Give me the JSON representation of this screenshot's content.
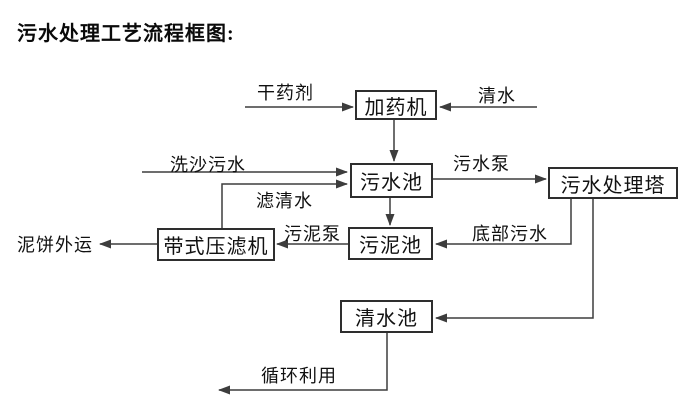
{
  "title": "污水处理工艺流程框图:",
  "diagram": {
    "line_color": "#3d3d3d",
    "nodes": [
      {
        "id": "dosing-machine",
        "label": "加药机"
      },
      {
        "id": "sewage-pool",
        "label": "污水池"
      },
      {
        "id": "treatment-tower",
        "label": "污水处理塔"
      },
      {
        "id": "belt-filter-press",
        "label": "带式压滤机"
      },
      {
        "id": "sludge-pool",
        "label": "污泥池"
      },
      {
        "id": "clean-water-pool",
        "label": "清水池"
      }
    ],
    "flow_labels": [
      {
        "id": "dry-chemical",
        "label": "干药剂"
      },
      {
        "id": "clean-water",
        "label": "清水"
      },
      {
        "id": "sand-washing-sewage",
        "label": "洗沙污水"
      },
      {
        "id": "sewage-pump",
        "label": "污水泵"
      },
      {
        "id": "filtered-water",
        "label": "滤清水"
      },
      {
        "id": "sludge-pump",
        "label": "污泥泵"
      },
      {
        "id": "bottom-sewage",
        "label": "底部污水"
      },
      {
        "id": "mud-cake-outbound",
        "label": "泥饼外运"
      },
      {
        "id": "recycle-reuse",
        "label": "循环利用"
      }
    ]
  }
}
